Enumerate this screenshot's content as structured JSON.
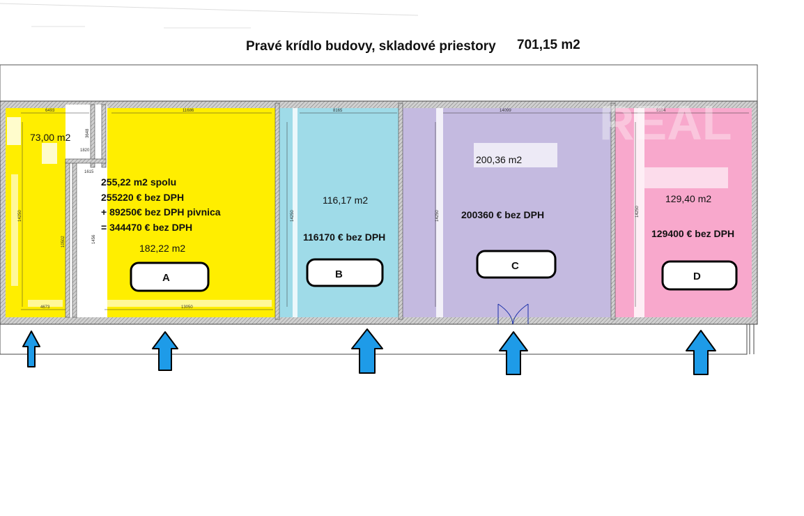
{
  "title": "Pravé krídlo budovy, skladové priestory",
  "total_area": "701,15 m2",
  "colors": {
    "yellow": "#ffee00",
    "blue": "#9fdbe8",
    "purple": "#c4bae0",
    "pink": "#f8a8cc",
    "wall": "#a9a9a9",
    "arrow": "#1e9be8"
  },
  "units": {
    "A": {
      "label": "A",
      "area_small": "73,00 m2",
      "area_large": "182,22 m2",
      "total_lines": [
        "255,22 m2 spolu",
        "255220 € bez DPH",
        "+ 89250€ bez DPH pivnica",
        "= 344470 € bez DPH"
      ]
    },
    "B": {
      "label": "B",
      "area": "116,17 m2",
      "price": "116170 € bez DPH"
    },
    "C": {
      "label": "C",
      "area": "200,36 m2",
      "price": "200360 € bez DPH"
    },
    "D": {
      "label": "D",
      "area": "129,40 m2",
      "price": "129400 € bez DPH"
    }
  },
  "dimensions": {
    "a_left_width": "6493",
    "a_right_width": "11686",
    "b_width": "8165",
    "c_width": "14099",
    "d_width": "9104",
    "a_bottom_left": "4673",
    "a_bottom_right": "13050",
    "corridor_h": "3648",
    "corridor_w": "1820",
    "corridor_w2": "1615",
    "a_height": "14250",
    "a_inner_height": "10502",
    "b_height": "14250",
    "c_height": "14250",
    "d_height": "14250",
    "a_mid_height": "1456"
  },
  "entrances_count": 5
}
